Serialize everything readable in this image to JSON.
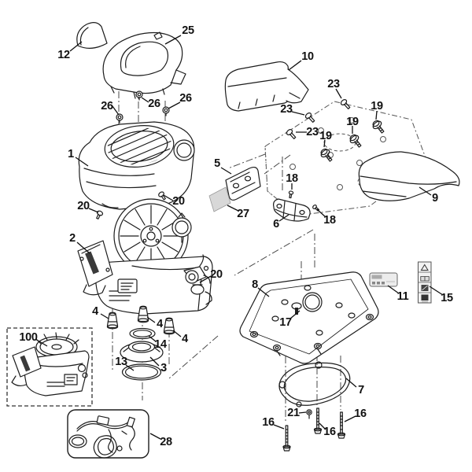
{
  "diagram": {
    "kind": "exploded-parts-diagram",
    "background": "#ffffff",
    "line_color": "#1c1c1c",
    "phantom_line_color": "#555555",
    "label_27_fill": "#d8d8d8",
    "label_11_fill": "#ececec",
    "safety_label_dark": "#3a3a3a"
  },
  "callouts": [
    {
      "part": "12"
    },
    {
      "part": "25"
    },
    {
      "part": "26"
    },
    {
      "part": "26"
    },
    {
      "part": "26"
    },
    {
      "part": "1"
    },
    {
      "part": "20"
    },
    {
      "part": "20"
    },
    {
      "part": "20"
    },
    {
      "part": "2"
    },
    {
      "part": "4"
    },
    {
      "part": "4"
    },
    {
      "part": "4"
    },
    {
      "part": "14"
    },
    {
      "part": "3"
    },
    {
      "part": "13"
    },
    {
      "part": "100"
    },
    {
      "part": "28"
    },
    {
      "part": "10"
    },
    {
      "part": "23"
    },
    {
      "part": "23"
    },
    {
      "part": "23"
    },
    {
      "part": "19"
    },
    {
      "part": "19"
    },
    {
      "part": "19"
    },
    {
      "part": "9"
    },
    {
      "part": "5"
    },
    {
      "part": "27"
    },
    {
      "part": "6"
    },
    {
      "part": "18"
    },
    {
      "part": "18"
    },
    {
      "part": "8"
    },
    {
      "part": "17"
    },
    {
      "part": "11"
    },
    {
      "part": "15"
    },
    {
      "part": "7"
    },
    {
      "part": "21"
    },
    {
      "part": "16"
    },
    {
      "part": "16"
    },
    {
      "part": "16"
    }
  ]
}
